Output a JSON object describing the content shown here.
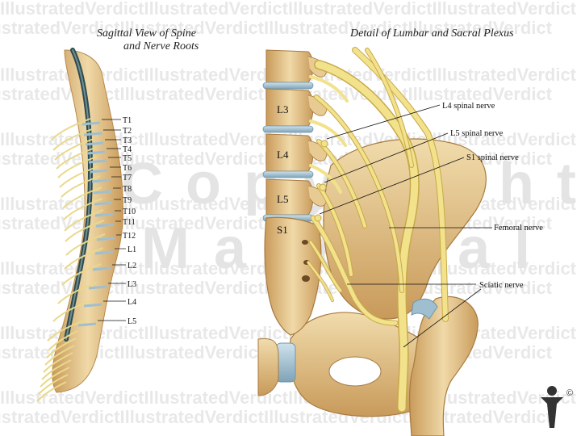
{
  "titles": {
    "left_line1": "Sagittal View of Spine",
    "left_line2": "and Nerve Roots",
    "right": "Detail of Lumbar and Sacral Plexus"
  },
  "spine_levels": [
    "T1",
    "T2",
    "T3",
    "T4",
    "T5",
    "T6",
    "T7",
    "T8",
    "T9",
    "T10",
    "T11",
    "T12",
    "L1",
    "L2",
    "L3",
    "L4",
    "L5"
  ],
  "vertebra_labels": [
    "L3",
    "L4",
    "L5",
    "S1"
  ],
  "nerve_callouts": [
    "L4 spinal nerve",
    "L5 spinal nerve",
    "S1 spinal nerve",
    "Femoral nerve",
    "Sciatic nerve"
  ],
  "watermark": {
    "repeat_text": "IllustratedVerdict",
    "center_line1": "Copyrighted",
    "center_line2": "Material"
  },
  "logo": {
    "mark": "©",
    "name": "logo-icon"
  },
  "colors": {
    "bone": "#e6c98e",
    "bone_dark": "#b88a4c",
    "disc": "#9fbfd0",
    "nerve": "#f2e28c",
    "nerve_edge": "#c8a84a",
    "cord": "#2e4b52",
    "watermark": "#d0d0d0"
  }
}
